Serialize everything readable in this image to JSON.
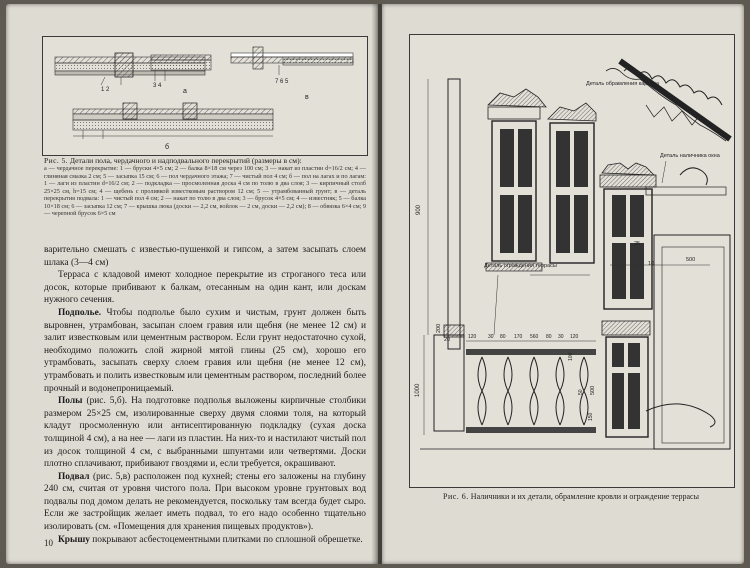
{
  "left_page": {
    "figure5": {
      "labels": {
        "a": "а",
        "v": "в",
        "b": "б",
        "num_12": "1   2",
        "num_34": "3  4",
        "num_765": "7 6 5"
      },
      "caption_title_label": "Рис. 5.",
      "caption_title_text": "Детали пола, чердачного и надподвального перекрытий (размеры в см):",
      "caption_legend": "а — чердачное перекрытие: 1 — бруски 4×5 см; 2 — балка 8×18 см через 100 см; 3 — накат из пластин d=16/2 см; 4 — глиняная смазка 2 см; 5 — засыпка 15 см; 6 — пол чердачного этажа; 7 — чистый пол 4 см; б — пол на лагах и по лагам: 1 — лаги из пластин d=16/2 см; 2 — подкладка — просмоленная доска 4 см по толю в два слоя; 3 — кирпичный столб 25×25 см, h=15 см; 4 — щебень с проливкой известковым раствором 12 см; 5 — утрамбованный грунт; в — деталь перекрытия подвала: 1 — чистый пол 4 см; 2 — накат по толю в два слоя; 3 — брусок 4×5 см; 4 — известняк; 5 — балка 10×18 см; 6 — засыпка 12 см; 7 — крышка люка (доски — 2,2 см, войлок — 2 см, доски — 2,2 см); 8 — обвязка 6×4 см; 9 — черепной брусок 6×5 см"
    },
    "body": {
      "p1": "варительно смешать с известью-пушенкой и гипсом, а затем засыпать слоем шлака (3—4 см)",
      "p2": "Терраса с кладовой имеют холодное перекрытие из строганого теса или досок, которые прибивают к балкам, отесанным на один кант, или доскам нужного сечения.",
      "p3_head": "Подполье.",
      "p3_text": " Чтобы подполье было сухим и чистым, грунт должен быть выровнен, утрамбован, засыпан слоем гравия или щебня (не менее 12 см) и залит известковым или цементным раствором. Если грунт недостаточно сухой, необходимо положить слой жирной мятой глины (25 см), хорошо его утрамбовать, засыпать сверху слоем гравия или щебня (не менее 12 см), утрамбовать и полить известковым или цементным раствором, последний более прочный и водонепроницаемый.",
      "p4_head": "Полы",
      "p4_text": " (рис. 5,б). На подготовке подполья выложены кирпичные столбики размером 25×25 см, изолированные сверху двумя слоями толя, на который кладут просмоленную или антисептированную подкладку (сухая доска толщиной 4 см), а на нее — лаги из пластин. На них-то и настилают чистый пол из досок толщиной 4 см, с выбранными шпунтами или четвертями. Доски плотно сплачивают, прибивают гвоздями и, если требуется, окрашивают.",
      "p5_head": "Подвал",
      "p5_text": " (рис. 5,в) расположен под кухней; стены его заложены на глубину 240 см, считая от уровня чистого пола. При высоком уровне грунтовых вод подвалы под домом делать не рекомендуется, поскольку там всегда будет сыро. Если же застройщик желает иметь подвал, то его надо особенно тщательно изолировать (см. «Помещения для хранения пищевых продуктов»).",
      "p6_head": "Крышу",
      "p6_text": " покрывают асбестоцементными плитками по сплошной обрешетке."
    },
    "page_number": "10"
  },
  "right_page": {
    "figure6": {
      "label_cornice": "Деталь обрамления карниза",
      "label_window": "Деталь наличника окна",
      "label_terrace": "Деталь ограждения террасы",
      "dims": {
        "d900": "900",
        "d200": "200",
        "d20": "20",
        "d1000": "1000",
        "d500": "500",
        "d25": "25",
        "d10": "10",
        "d120": "120",
        "d30": "30",
        "d80": "80",
        "d170": "170",
        "d560": "560",
        "d80b": "80",
        "d30b": "30",
        "d120b": "120",
        "d100": "100",
        "d50": "50",
        "d150": "150",
        "d500b": "500"
      }
    },
    "caption_label": "Рис. 6.",
    "caption_text": "Наличники и их детали, обрамление кровли и ограждение террасы"
  }
}
